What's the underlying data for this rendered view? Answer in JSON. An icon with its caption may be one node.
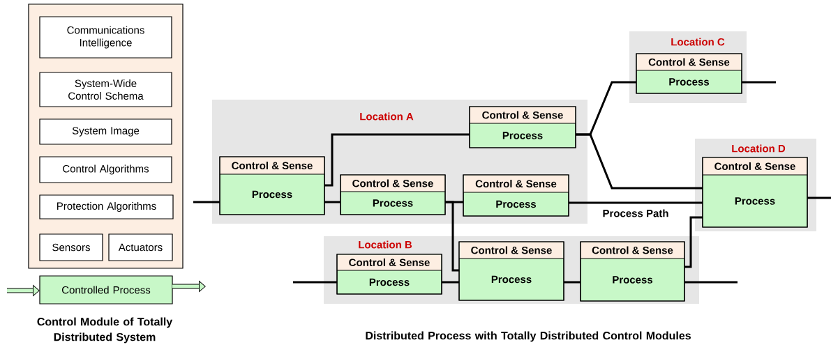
{
  "diagram": {
    "nodes": [
      {
        "text": [],
        "shape": "box"
      },
      {
        "text": [
          "Communications Intelligence"
        ],
        "in": 0
      },
      {
        "text": [
          "System-Wide Control Schema"
        ],
        "in": 0
      },
      {
        "text": [
          "System Image"
        ],
        "in": 0
      },
      {
        "text": [
          "Control Algorithms"
        ],
        "in": 0
      },
      {
        "text": [
          "Protection Algorithms"
        ],
        "in": 0
      },
      {
        "text": [
          "Sensors"
        ],
        "in": 0
      },
      {
        "text": [
          "Actuators"
        ],
        "in": 0
      },
      {
        "text": [
          "Controlled Process"
        ]
      },
      {
        "text": [
          "Location A"
        ]
      },
      {
        "text": [
          "Control & Sense",
          "Process"
        ],
        "in": 9
      },
      {
        "text": [
          "Control & Sense",
          "Process"
        ],
        "in": 9
      },
      {
        "text": [
          "Control & Sense",
          "Process"
        ],
        "in": 9
      },
      {
        "text": [
          "Control & Sense",
          "Process"
        ],
        "in": 9
      },
      {
        "text": [
          "Location C"
        ]
      },
      {
        "text": [
          "Control & Sense",
          "Process"
        ],
        "in": 14
      },
      {
        "text": [
          "Location D"
        ]
      },
      {
        "text": [
          "Control & Sense",
          "Process"
        ],
        "in": 16
      },
      {
        "text": [
          "Location B"
        ]
      },
      {
        "text": [
          "Control & Sense",
          "Process"
        ],
        "in": 18
      },
      {
        "text": [
          "Control & Sense",
          "Process"
        ],
        "in": 18
      },
      {
        "text": [
          "Control & Sense",
          "Process"
        ],
        "in": 18
      }
    ],
    "edges": [
      {
        "from": null,
        "to": 10,
        "arrow": "none"
      },
      {
        "from": 10,
        "to": 11,
        "arrow": "none"
      },
      {
        "from": 10,
        "to": 12,
        "arrow": "none"
      },
      {
        "from": 12,
        "to": 13,
        "arrow": "none"
      },
      {
        "from": 12,
        "to": 20,
        "arrow": "none"
      },
      {
        "from": 11,
        "to": 15,
        "arrow": "none"
      },
      {
        "from": 11,
        "to": 17,
        "arrow": "none"
      },
      {
        "from": 13,
        "to": 17,
        "arrow": "none",
        "label": "Process Path"
      },
      {
        "from": 15,
        "to": null,
        "arrow": "none"
      },
      {
        "from": 17,
        "to": null,
        "arrow": "none"
      },
      {
        "from": null,
        "to": 19,
        "arrow": "none"
      },
      {
        "from": 19,
        "to": 20,
        "arrow": "none"
      },
      {
        "from": 20,
        "to": 21,
        "arrow": "none"
      },
      {
        "from": 21,
        "to": 17,
        "arrow": "none"
      },
      {
        "from": 21,
        "to": null,
        "arrow": "none"
      },
      {
        "from": null,
        "to": 8,
        "arrow": "to",
        "style": "thick"
      },
      {
        "from": 8,
        "to": null,
        "arrow": "to",
        "style": "thick"
      }
    ],
    "labels": [
      "Control Module of Totally Distributed System",
      "Distributed Process with Totally Distributed Control Modules"
    ]
  }
}
